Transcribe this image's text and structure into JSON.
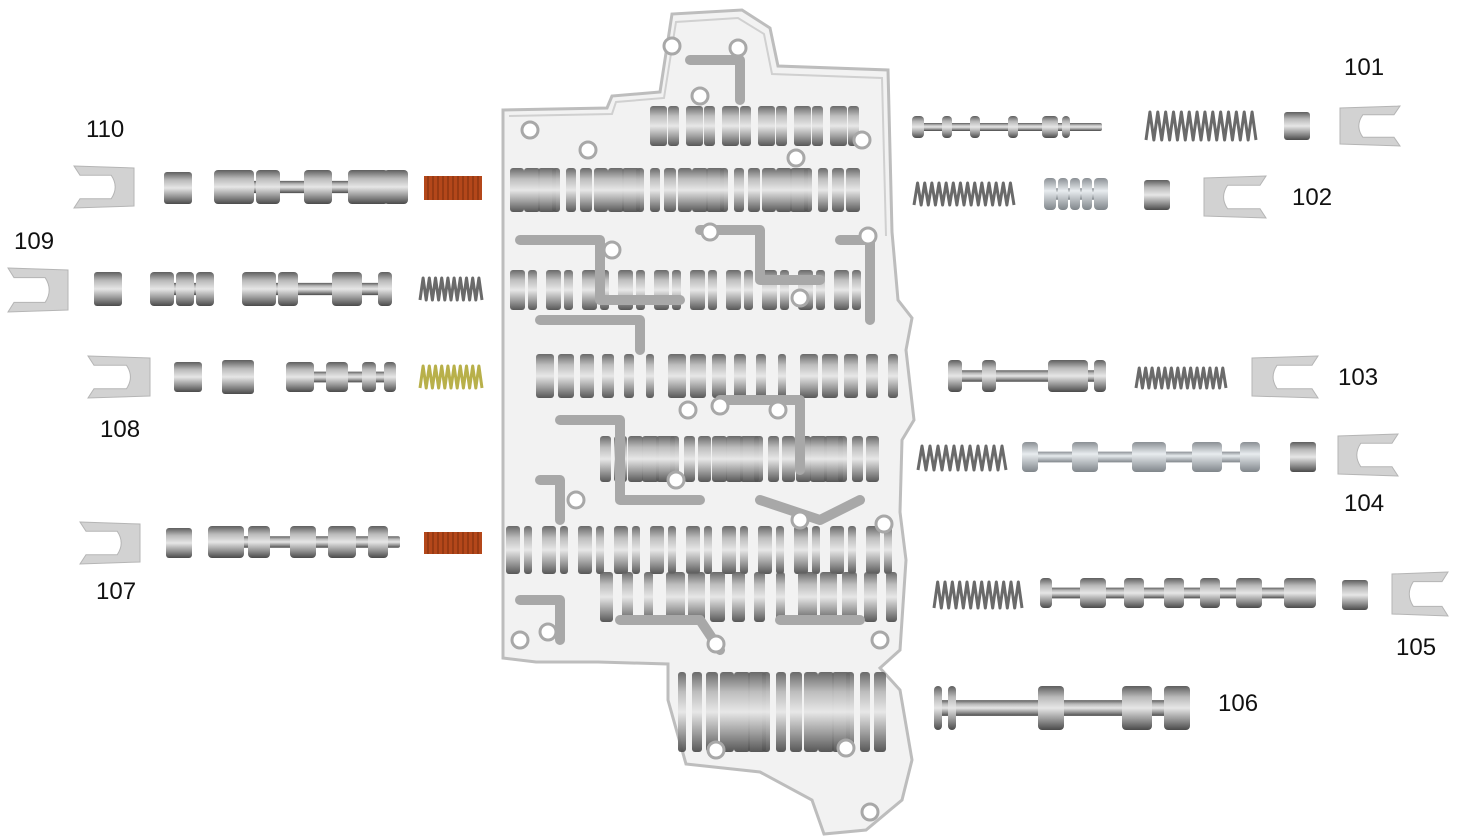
{
  "callouts": {
    "n101": "101",
    "n102": "102",
    "n103": "103",
    "n104": "104",
    "n105": "105",
    "n106": "106",
    "n107": "107",
    "n108": "108",
    "n109": "109",
    "n110": "110"
  },
  "colors": {
    "metal_light": "#d4d4d4",
    "metal_mid": "#9c9c9c",
    "metal_dark": "#5e5e5e",
    "clip": "#d2d2d2",
    "spring_steel": "#6a6a6a",
    "spring_copper": "#b4471a",
    "spring_yellow": "#b8b04a",
    "body_fill": "#f2f2f2",
    "body_outline": "#bdbdbd"
  }
}
